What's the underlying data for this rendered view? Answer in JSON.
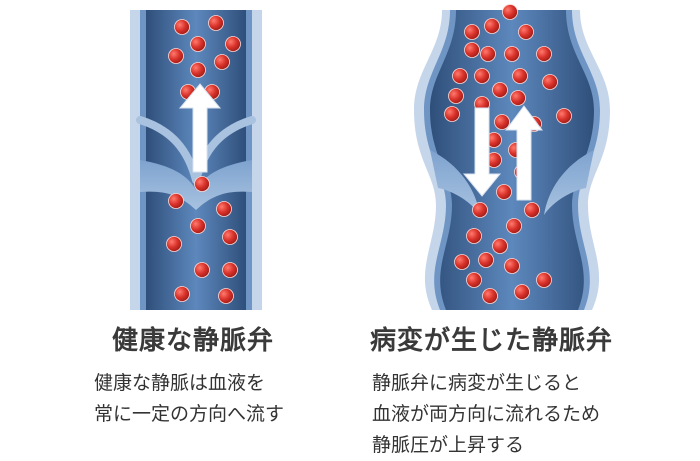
{
  "colors": {
    "vein_outer": "#b7c9e0",
    "vein_wall": "#4d7bb2",
    "vein_inner": "#3b5f8e",
    "blood_cell": "#d9322a",
    "arrow": "#ffffff",
    "text": "#333333"
  },
  "healthy": {
    "title": "健康な静脈弁",
    "description": [
      "健康な静脈は血液を",
      "常に一定の方向へ流す"
    ]
  },
  "diseased": {
    "title": "病変が生じた静脈弁",
    "description": [
      "静脈弁に病変が生じると",
      "血液が両方向に流れるため",
      "静脈圧が上昇する"
    ]
  }
}
